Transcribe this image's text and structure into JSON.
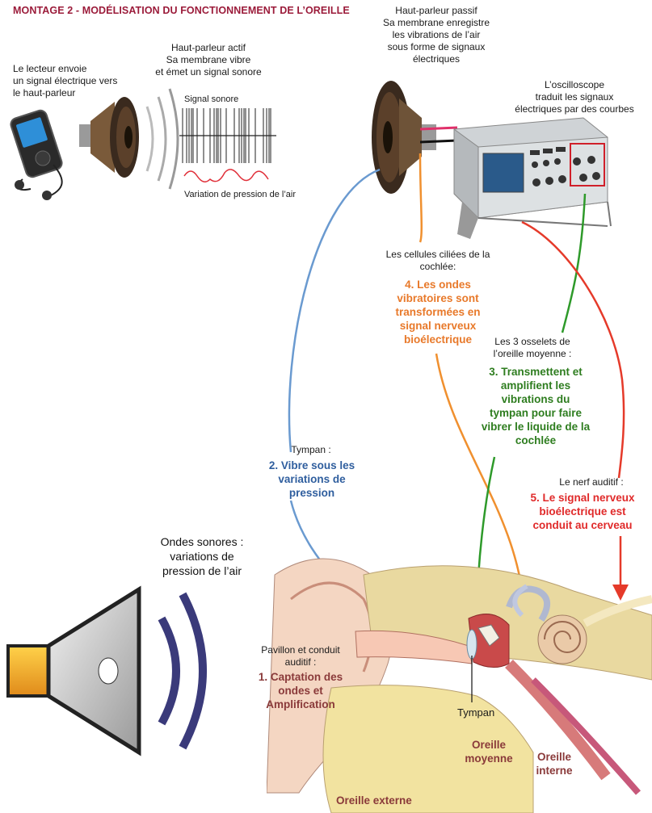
{
  "title": "MONTAGE 2 - MODÉLISATION DU FONCTIONNEMENT DE L’OREILLE",
  "top_left": {
    "player_lines": [
      "Le lecteur envoie",
      "un signal électrique vers",
      "le haut-parleur"
    ],
    "active_speaker_lines": [
      "Haut-parleur actif",
      "Sa membrane vibre",
      "et émet un signal sonore"
    ],
    "signal_sonore": "Signal sonore",
    "pressure_variation": "Variation de pression de l’air"
  },
  "top_right": {
    "passive_speaker_lines": [
      "Haut-parleur passif",
      "Sa membrane enregistre",
      "les vibrations de l’air",
      "sous forme de signaux",
      "électriques"
    ],
    "oscilloscope_lines": [
      "L’oscilloscope",
      "traduit les signaux",
      "électriques par des courbes"
    ]
  },
  "steps": {
    "cochlea_intro": [
      "Les cellules ciliées de la",
      "cochlée:"
    ],
    "step4": [
      "4. Les ondes",
      "vibratoires sont",
      "transformées en",
      "signal nerveux",
      "bioélectrique"
    ],
    "ossicles_intro": [
      "Les 3 osselets de",
      "l’oreille moyenne :"
    ],
    "step3": [
      "3. Transmettent et",
      "amplifient les",
      "vibrations du",
      "tympan pour faire",
      "vibrer le liquide de la",
      "cochlée"
    ],
    "tympan_intro": "Tympan :",
    "step2": [
      "2. Vibre sous les",
      "variations de",
      "pression"
    ],
    "nerve_intro": "Le nerf auditif :",
    "step5": [
      "5. Le signal nerveux",
      "bioélectrique est",
      "conduit au cerveau"
    ],
    "pavillon_intro": [
      "Pavillon et conduit",
      "auditif :"
    ],
    "step1": [
      "1. Captation des",
      "ondes et",
      "Amplification"
    ]
  },
  "speaker": {
    "lines": [
      "Ondes sonores :",
      "variations de",
      "pression de l’air"
    ]
  },
  "ear": {
    "tympan": "Tympan",
    "middle_ear": [
      "Oreille",
      "moyenne"
    ],
    "inner_ear": [
      "Oreille",
      "interne"
    ],
    "outer_ear": "Oreille externe"
  },
  "colors": {
    "title": "#9b1b3a",
    "blue": "#6a9ad0",
    "orange": "#f0902f",
    "green": "#2e9a2a",
    "red": "#e53a2a",
    "maroon": "#8a3a3a"
  },
  "icons": [
    "mp3-player-icon",
    "loudspeaker-icon",
    "oscilloscope-icon",
    "speaker-volume-icon",
    "ear-anatomy-illustration"
  ]
}
